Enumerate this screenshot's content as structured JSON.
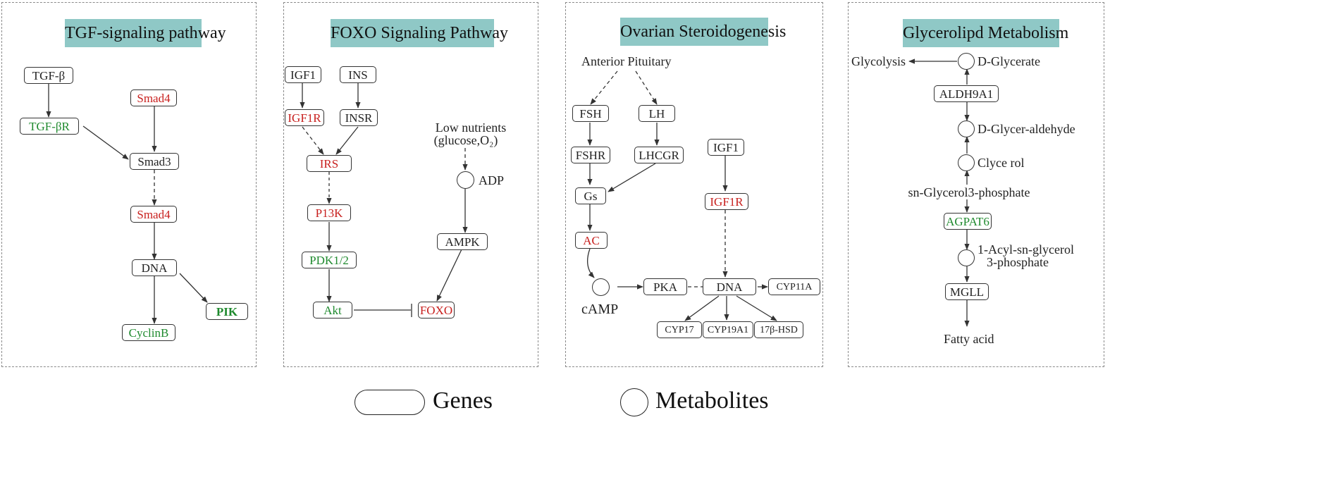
{
  "panels": {
    "tgf": {
      "title": "TGF-signaling pathway",
      "nodes": {
        "tgfb": "TGF-β",
        "tgfbr": "TGF-βR",
        "smad4a": "Smad4",
        "smad3": "Smad3",
        "smad4b": "Smad4",
        "dna": "DNA",
        "pik": "PIK",
        "cyclinb": "CyclinB"
      }
    },
    "foxo": {
      "title": "FOXO Signaling Pathway",
      "nodes": {
        "igf1": "IGF1",
        "ins": "INS",
        "igf1r": "IGF1R",
        "insr": "INSR",
        "irs": "IRS",
        "p13k": "P13K",
        "pdk": "PDK1/2",
        "akt": "Akt",
        "ampk": "AMPK",
        "foxo": "FOXO",
        "adp": "ADP",
        "lownut1": "Low nutrients",
        "lownut2": "(glucose,O₂)"
      }
    },
    "ovarian": {
      "title": "Ovarian Steroidogenesis",
      "nodes": {
        "pituitary": "Anterior Pituitary",
        "fsh": "FSH",
        "lh": "LH",
        "fshr": "FSHR",
        "lhcgr": "LHCGR",
        "gs": "Gs",
        "ac": "AC",
        "camp": "cAMP",
        "pka": "PKA",
        "dna": "DNA",
        "cyp11a": "CYP11A",
        "igf1": "IGF1",
        "igf1r": "IGF1R",
        "cyp17": "CYP17",
        "cyp19a1": "CYP19A1",
        "hsd": "17β-HSD"
      }
    },
    "glycerolipid": {
      "title": "Glycerolipd Metabolism",
      "nodes": {
        "glycolysis": "Glycolysis",
        "dglycerate": "D-Glycerate",
        "aldh9a1": "ALDH9A1",
        "dglyceraldehyde": "D-Glycer-aldehyde",
        "glycerol": "Clyce rol",
        "sng3p": "sn-Glycerol3-phosphate",
        "agpat6": "AGPAT6",
        "acyl1": "1-Acyl-sn-glycerol",
        "acyl2": "3-phosphate",
        "mgll": "MGLL",
        "fattyacid": "Fatty acid"
      }
    }
  },
  "legend": {
    "genes": "Genes",
    "metabolites": "Metabolites"
  },
  "colors": {
    "title_bg": "#8fc8c6",
    "up": "#c8201e",
    "down": "#1f8a2e",
    "neutral": "#222222"
  }
}
